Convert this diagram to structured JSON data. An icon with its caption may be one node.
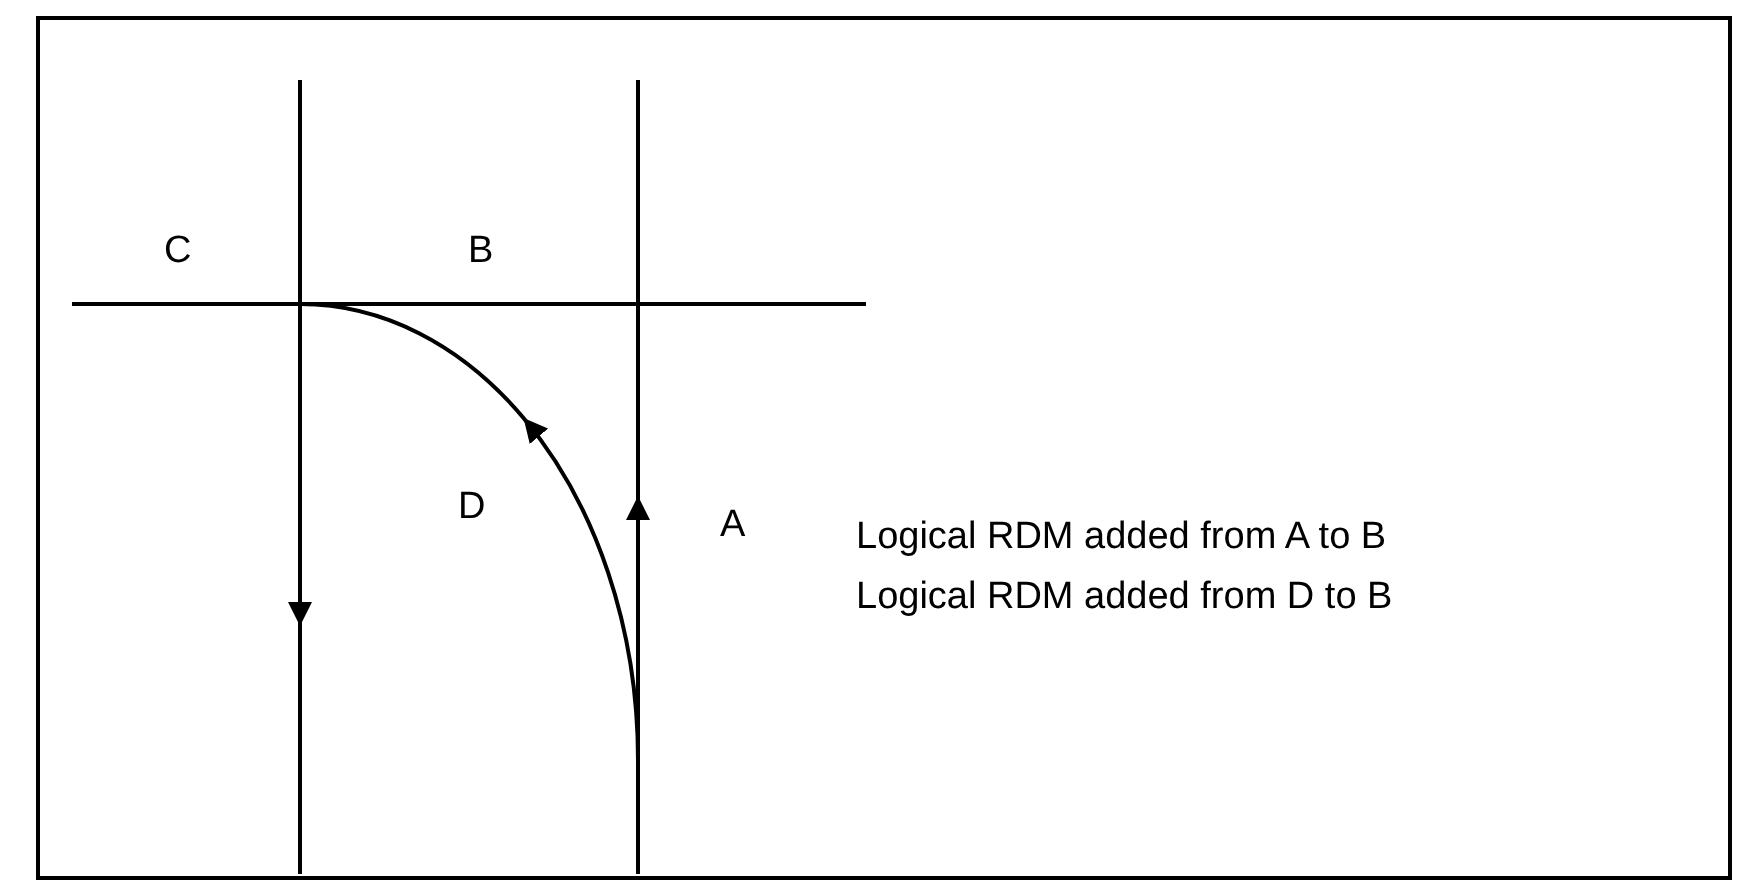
{
  "diagram": {
    "labels": [
      "C",
      "B",
      "A",
      "D",
      "Logical RDM added from A to B",
      "Logical RDM added from D to B"
    ]
  }
}
